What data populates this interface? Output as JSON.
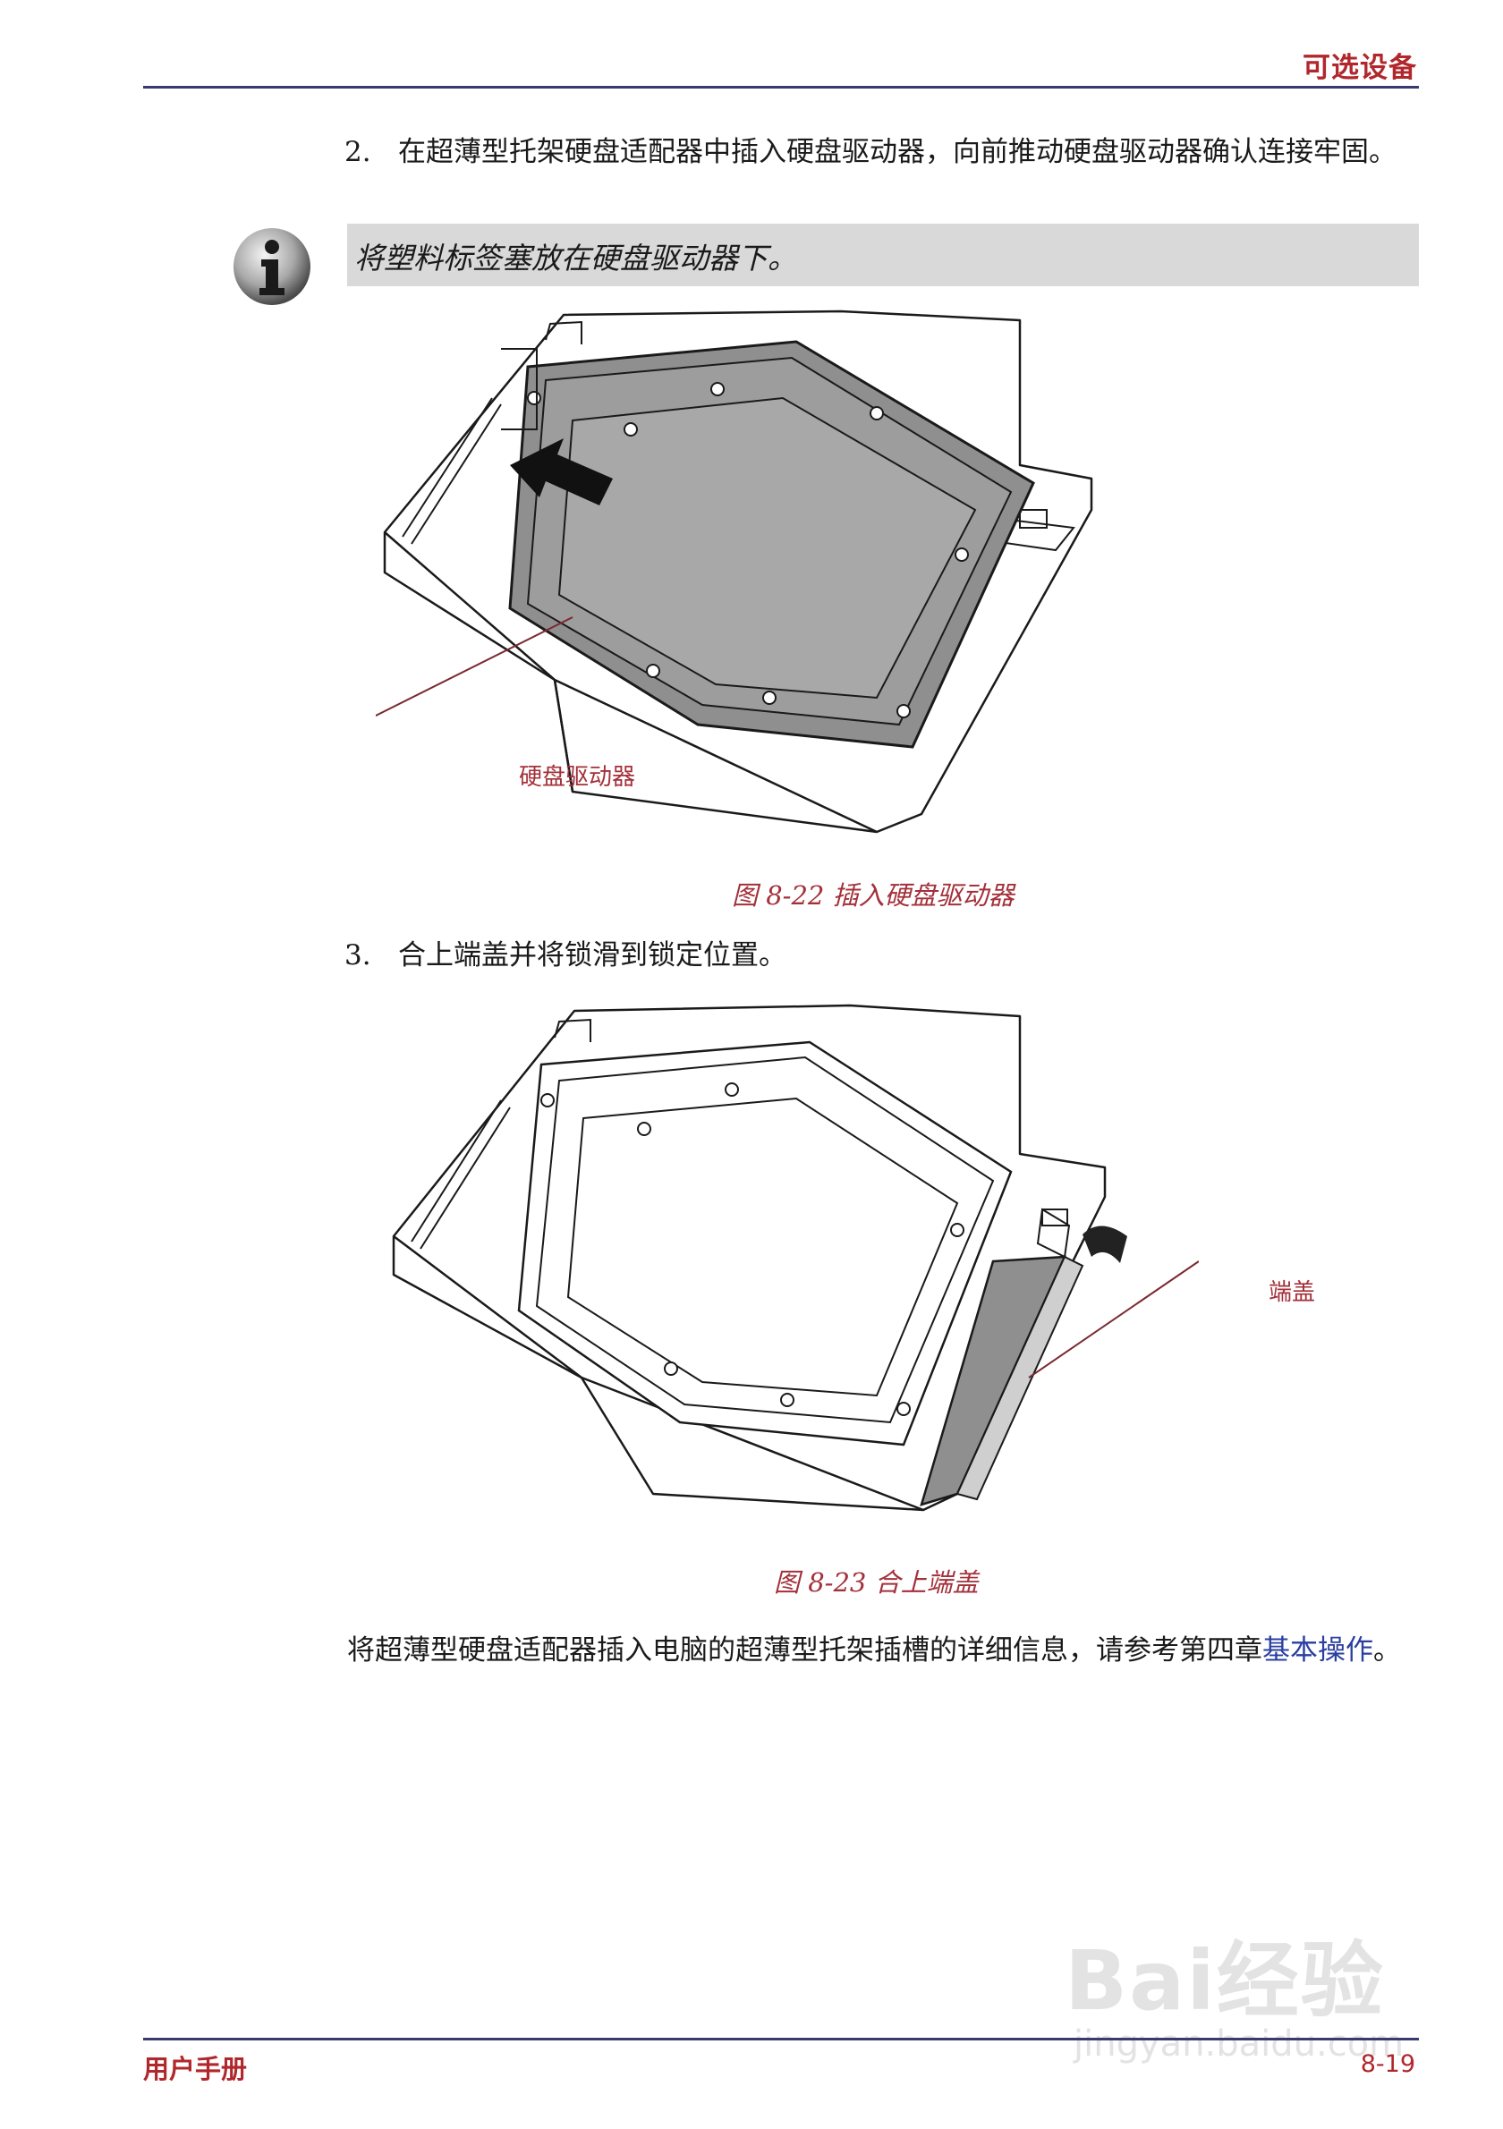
{
  "header": {
    "section_title": "可选设备"
  },
  "steps": [
    {
      "number": "2.",
      "text": "在超薄型托架硬盘适配器中插入硬盘驱动器，向前推动硬盘驱动器确认连接牢固。"
    },
    {
      "number": "3.",
      "text": "合上端盖并将锁滑到锁定位置。"
    }
  ],
  "note": {
    "icon": "info-icon",
    "text": "将塑料标签塞放在硬盘驱动器下。"
  },
  "figures": [
    {
      "callout": "硬盘驱动器",
      "caption": "图 8-22 插入硬盘驱动器"
    },
    {
      "callout": "端盖",
      "caption": "图 8-23 合上端盖"
    }
  ],
  "paragraph": {
    "text": "将超薄型硬盘适配器插入电脑的超薄型托架插槽的详细信息，请参考第四章",
    "link_text": "基本操作",
    "end": "。"
  },
  "footer": {
    "left": "用户手册",
    "page": "8-19"
  },
  "watermark": {
    "brand": "Bai经验",
    "url": "jingyan.baidu.com"
  },
  "colors": {
    "accent": "#b0272c",
    "rule": "#3a3a6e",
    "note_bg": "#d9d9d9",
    "link": "#2a3fa0"
  }
}
